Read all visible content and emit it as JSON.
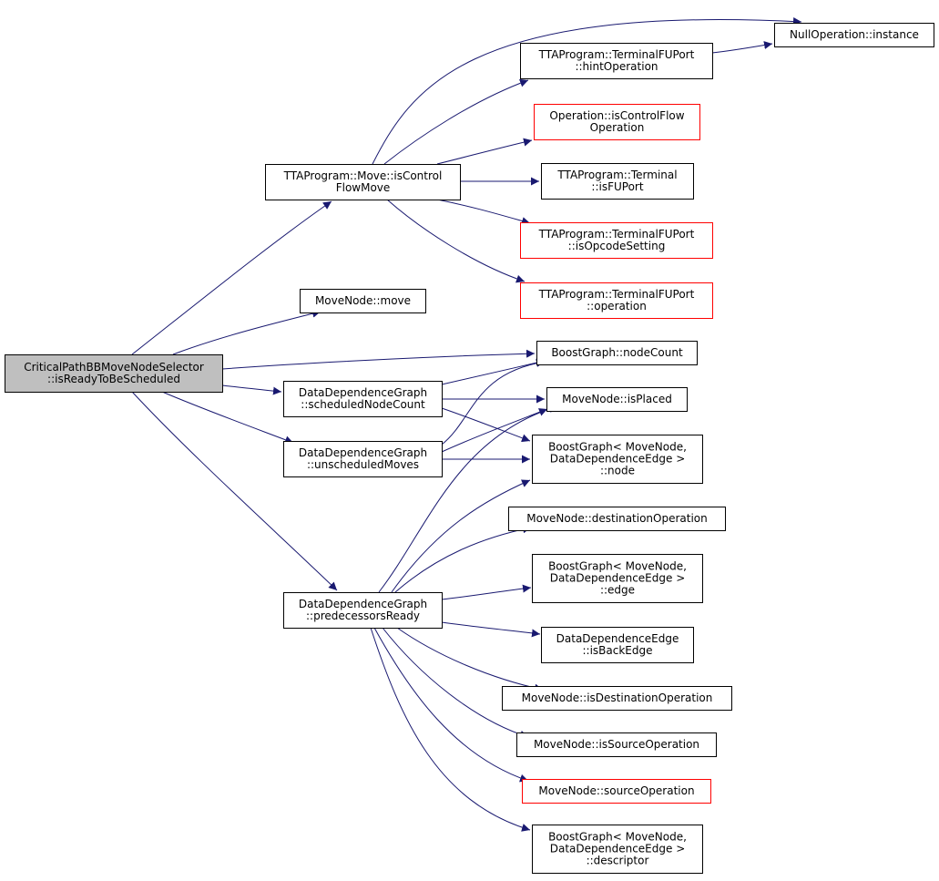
{
  "colors": {
    "edge": "#191970",
    "root_fill": "#bfbfbf",
    "node_border": "#000000",
    "truncated_border": "#ff0000"
  },
  "nodes": {
    "root": {
      "lines": [
        "CriticalPathBBMoveNodeSelector",
        "::isReadyToBeScheduled"
      ],
      "kind": "root"
    },
    "isControlFlowMove": {
      "lines": [
        "TTAProgram::Move::isControl",
        "FlowMove"
      ],
      "kind": "normal"
    },
    "moveNodeMove": {
      "lines": [
        "MoveNode::move"
      ],
      "kind": "normal"
    },
    "scheduledNodeCount": {
      "lines": [
        "DataDependenceGraph",
        "::scheduledNodeCount"
      ],
      "kind": "normal"
    },
    "unscheduledMoves": {
      "lines": [
        "DataDependenceGraph",
        "::unscheduledMoves"
      ],
      "kind": "normal"
    },
    "predecessorsReady": {
      "lines": [
        "DataDependenceGraph",
        "::predecessorsReady"
      ],
      "kind": "normal"
    },
    "nullOpInstance": {
      "lines": [
        "NullOperation::instance"
      ],
      "kind": "normal"
    },
    "hintOperation": {
      "lines": [
        "TTAProgram::TerminalFUPort",
        "::hintOperation"
      ],
      "kind": "normal"
    },
    "opIsControlFlow": {
      "lines": [
        "Operation::isControlFlow",
        "Operation"
      ],
      "kind": "truncated"
    },
    "terminalIsFUPort": {
      "lines": [
        "TTAProgram::Terminal",
        "::isFUPort"
      ],
      "kind": "normal"
    },
    "isOpcodeSetting": {
      "lines": [
        "TTAProgram::TerminalFUPort",
        "::isOpcodeSetting"
      ],
      "kind": "truncated"
    },
    "fuPortOperation": {
      "lines": [
        "TTAProgram::TerminalFUPort",
        "::operation"
      ],
      "kind": "truncated"
    },
    "nodeCount": {
      "lines": [
        "BoostGraph::nodeCount"
      ],
      "kind": "normal"
    },
    "isPlaced": {
      "lines": [
        "MoveNode::isPlaced"
      ],
      "kind": "normal"
    },
    "bgNode": {
      "lines": [
        "BoostGraph< MoveNode,",
        "DataDependenceEdge >",
        "::node"
      ],
      "kind": "normal"
    },
    "destinationOperation": {
      "lines": [
        "MoveNode::destinationOperation"
      ],
      "kind": "normal"
    },
    "bgEdge": {
      "lines": [
        "BoostGraph< MoveNode,",
        "DataDependenceEdge >",
        "::edge"
      ],
      "kind": "normal"
    },
    "isBackEdge": {
      "lines": [
        "DataDependenceEdge",
        "::isBackEdge"
      ],
      "kind": "normal"
    },
    "isDestinationOperation": {
      "lines": [
        "MoveNode::isDestinationOperation"
      ],
      "kind": "normal"
    },
    "isSourceOperation": {
      "lines": [
        "MoveNode::isSourceOperation"
      ],
      "kind": "normal"
    },
    "sourceOperation": {
      "lines": [
        "MoveNode::sourceOperation"
      ],
      "kind": "truncated"
    },
    "bgDescriptor": {
      "lines": [
        "BoostGraph< MoveNode,",
        "DataDependenceEdge >",
        "::descriptor"
      ],
      "kind": "normal"
    }
  },
  "edges": [
    [
      "root",
      "isControlFlowMove"
    ],
    [
      "root",
      "moveNodeMove"
    ],
    [
      "root",
      "nodeCount"
    ],
    [
      "root",
      "scheduledNodeCount"
    ],
    [
      "root",
      "unscheduledMoves"
    ],
    [
      "root",
      "predecessorsReady"
    ],
    [
      "isControlFlowMove",
      "nullOpInstance"
    ],
    [
      "isControlFlowMove",
      "hintOperation"
    ],
    [
      "isControlFlowMove",
      "opIsControlFlow"
    ],
    [
      "isControlFlowMove",
      "terminalIsFUPort"
    ],
    [
      "isControlFlowMove",
      "isOpcodeSetting"
    ],
    [
      "isControlFlowMove",
      "fuPortOperation"
    ],
    [
      "hintOperation",
      "nullOpInstance"
    ],
    [
      "scheduledNodeCount",
      "nodeCount"
    ],
    [
      "scheduledNodeCount",
      "isPlaced"
    ],
    [
      "scheduledNodeCount",
      "bgNode"
    ],
    [
      "unscheduledMoves",
      "nodeCount"
    ],
    [
      "unscheduledMoves",
      "isPlaced"
    ],
    [
      "unscheduledMoves",
      "bgNode"
    ],
    [
      "predecessorsReady",
      "isPlaced"
    ],
    [
      "predecessorsReady",
      "bgNode"
    ],
    [
      "predecessorsReady",
      "destinationOperation"
    ],
    [
      "predecessorsReady",
      "bgEdge"
    ],
    [
      "predecessorsReady",
      "isBackEdge"
    ],
    [
      "predecessorsReady",
      "isDestinationOperation"
    ],
    [
      "predecessorsReady",
      "isSourceOperation"
    ],
    [
      "predecessorsReady",
      "sourceOperation"
    ],
    [
      "predecessorsReady",
      "bgDescriptor"
    ]
  ]
}
